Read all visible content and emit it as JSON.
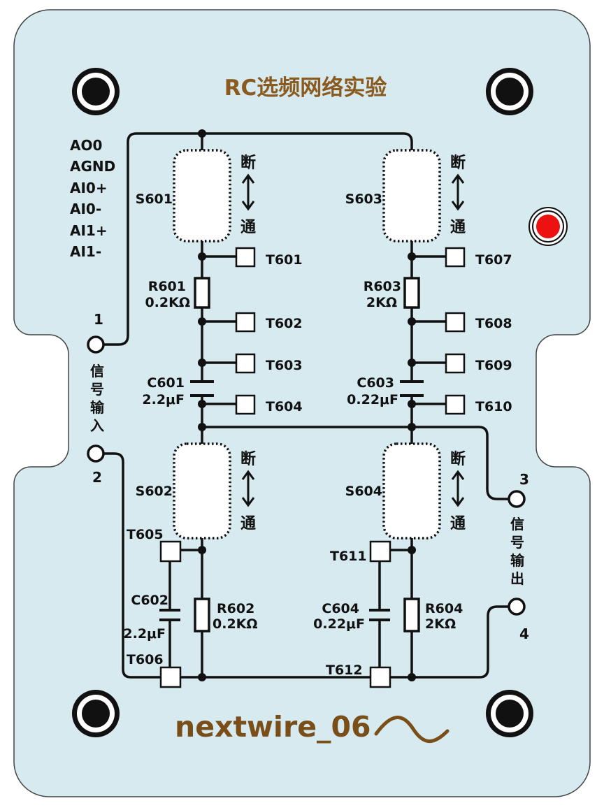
{
  "title": "RC选频网络实验",
  "brand": "nextwire_06",
  "colors": {
    "board": "#d6eaf0",
    "title": "#8a5a1e",
    "led": "#ee1111"
  },
  "io_labels": [
    "AO0",
    "AGND",
    "AI0+",
    "AI0-",
    "AI1+",
    "AI1-"
  ],
  "ports": {
    "p1": {
      "num": "1"
    },
    "p2": {
      "num": "2"
    },
    "p3": {
      "num": "3"
    },
    "p4": {
      "num": "4"
    }
  },
  "signal_in": [
    "信",
    "号",
    "输",
    "入"
  ],
  "signal_out": [
    "信",
    "号",
    "输",
    "出"
  ],
  "switch_off": "断",
  "switch_on": "通",
  "switches": [
    "S601",
    "S603",
    "S602",
    "S604"
  ],
  "terminals": {
    "T601": "T601",
    "T602": "T602",
    "T603": "T603",
    "T604": "T604",
    "T605": "T605",
    "T606": "T606",
    "T607": "T607",
    "T608": "T608",
    "T609": "T609",
    "T610": "T610",
    "T611": "T611",
    "T612": "T612"
  },
  "components": {
    "R601": {
      "name": "R601",
      "value": "0.2KΩ"
    },
    "R603": {
      "name": "R603",
      "value": "2KΩ"
    },
    "C601": {
      "name": "C601",
      "value": "2.2μF"
    },
    "C603": {
      "name": "C603",
      "value": "0.22μF"
    },
    "C602": {
      "name": "C602",
      "value": "2.2μF"
    },
    "R602": {
      "name": "R602",
      "value": "0.2KΩ"
    },
    "C604": {
      "name": "C604",
      "value": "0.22μF"
    },
    "R604": {
      "name": "R604",
      "value": "2KΩ"
    }
  }
}
